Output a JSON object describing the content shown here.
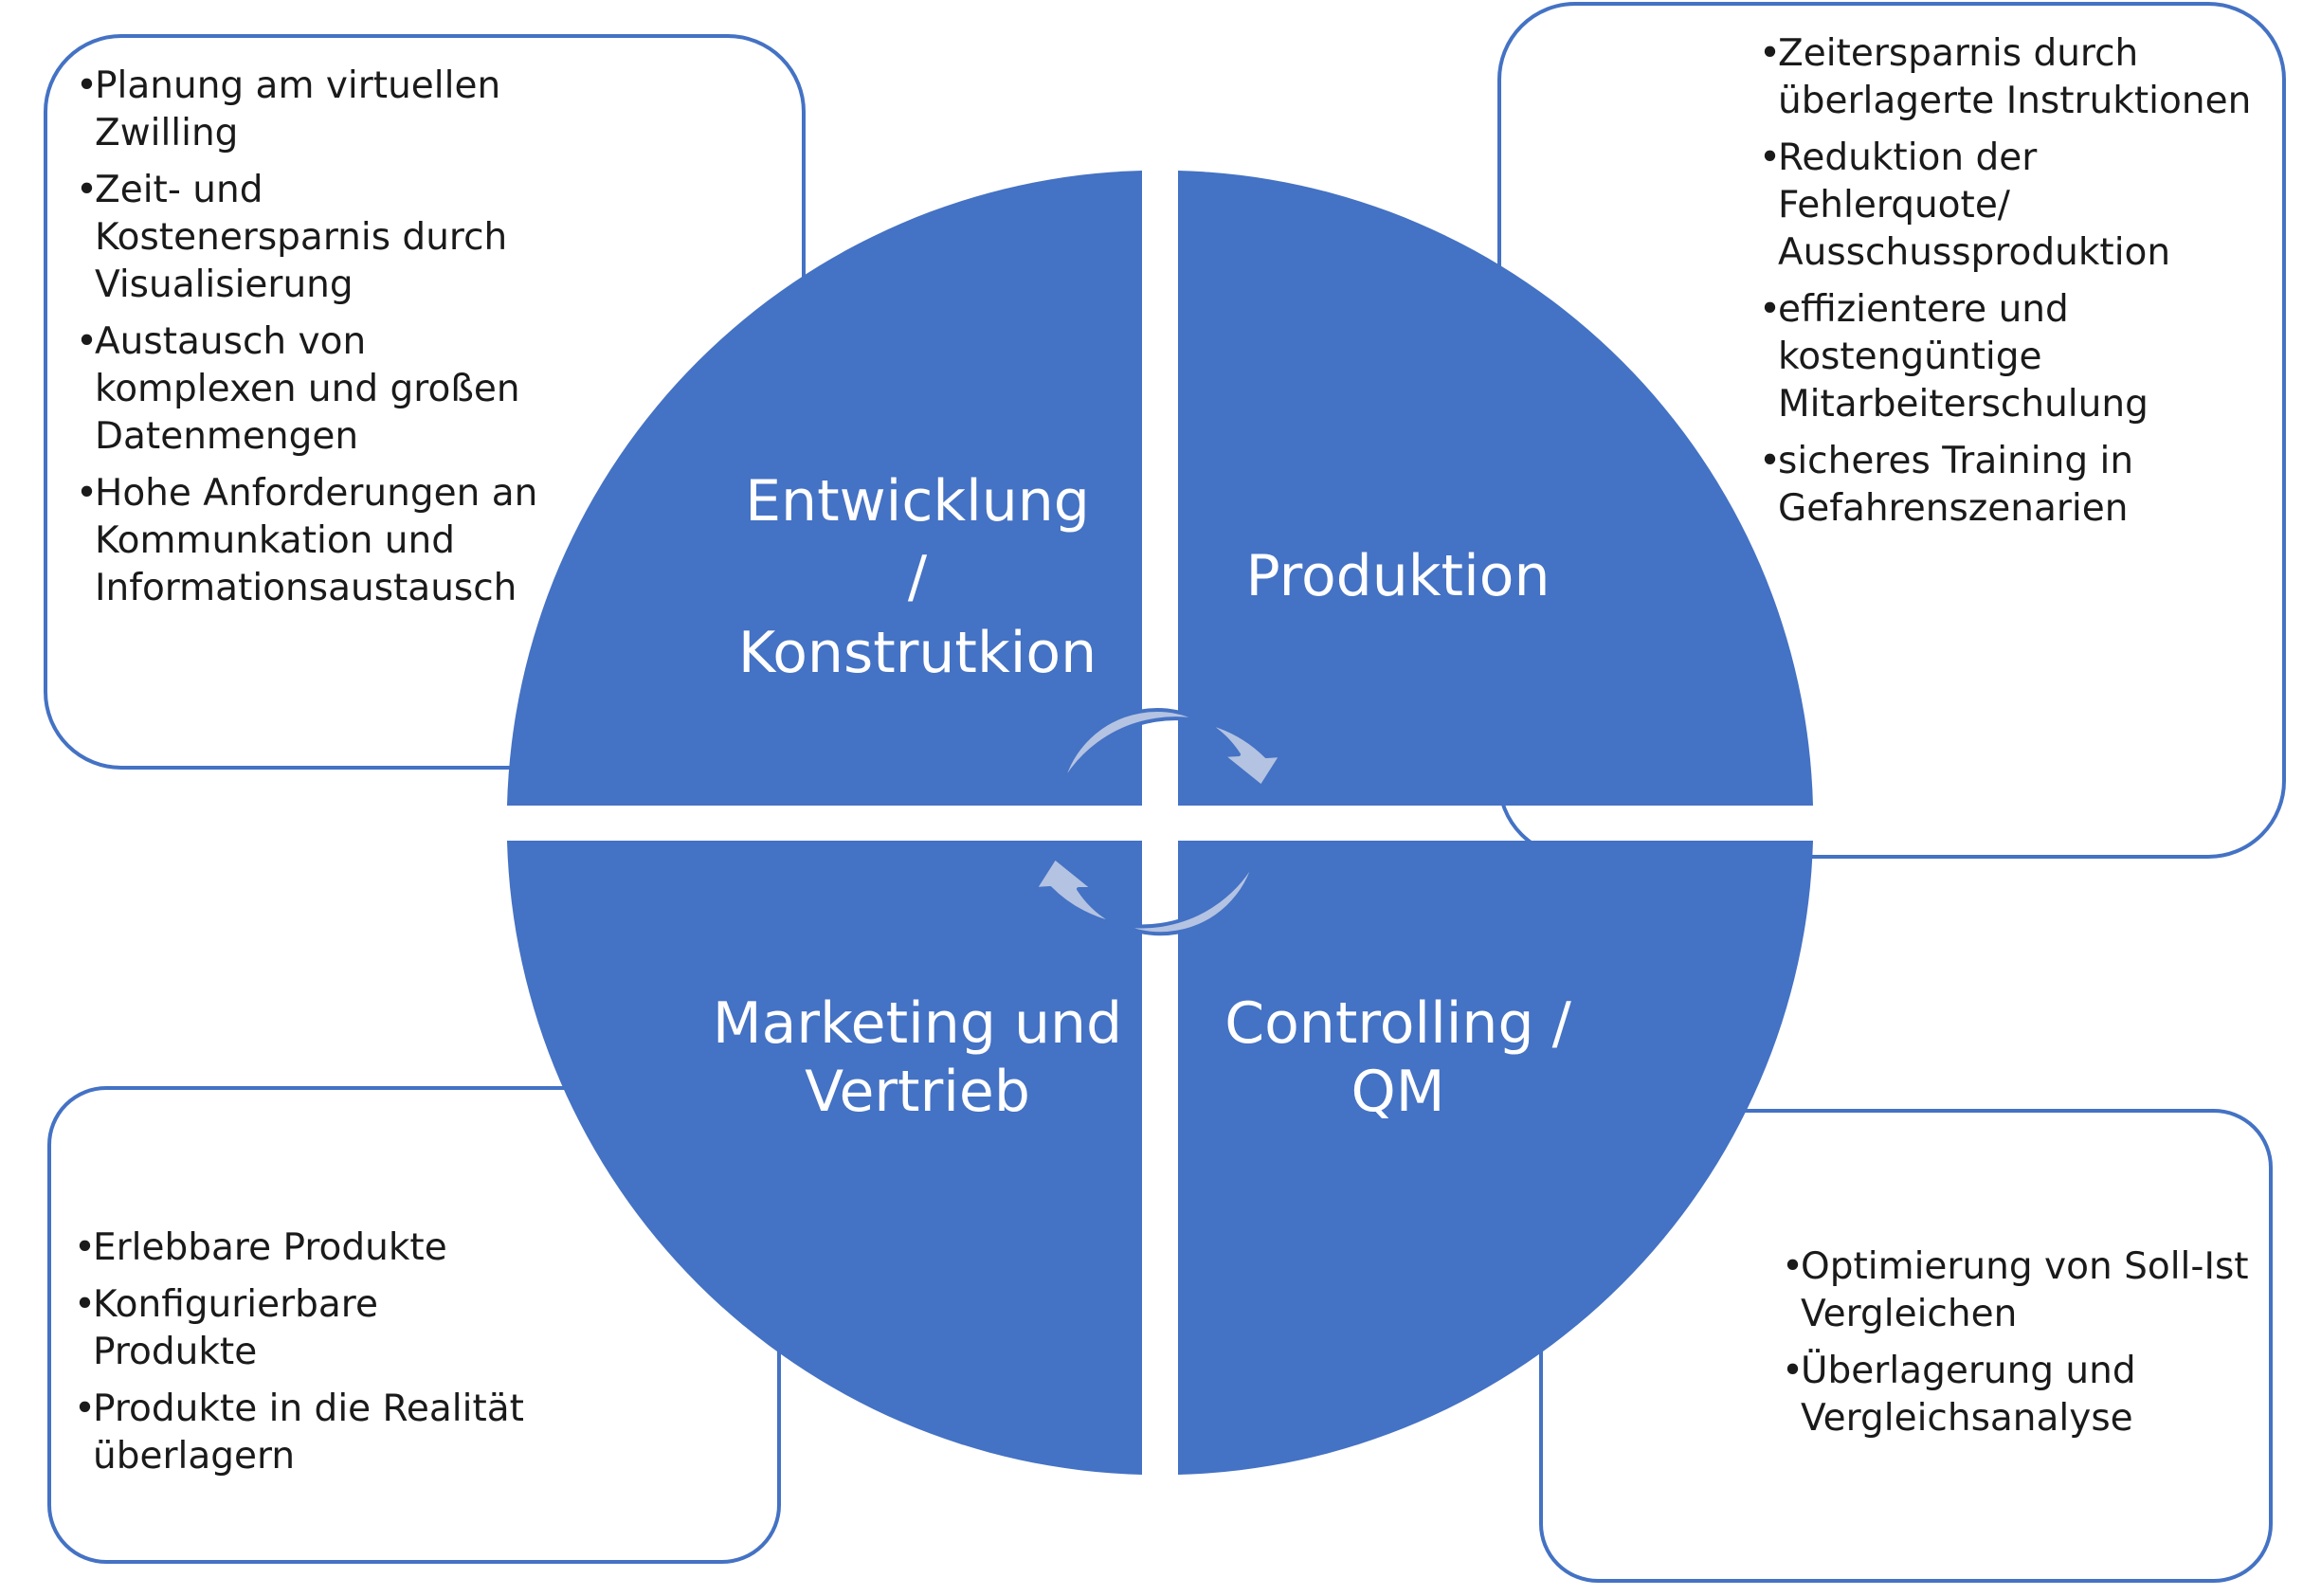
{
  "colors": {
    "segment": "#4472C4",
    "box_border": "#4472C4",
    "arrow_fill": "#B4C3E2",
    "arrow_stroke": "#4472C4",
    "label_text": "#FFFFFF"
  },
  "segments": {
    "top_left": {
      "lines": [
        "Entwicklung",
        "/",
        "Konstrutkion"
      ]
    },
    "top_right": {
      "lines": [
        "Produktion"
      ]
    },
    "bottom_left": {
      "lines": [
        "Marketing und",
        "Vertrieb"
      ]
    },
    "bottom_right": {
      "lines": [
        "Controlling /",
        "QM"
      ]
    }
  },
  "boxes": {
    "top_left": {
      "items": [
        {
          "lines": [
            "Planung am virtuellen",
            "Zwilling"
          ]
        },
        {
          "lines": [
            "Zeit- und",
            "Kostenersparnis durch",
            "Visualisierung"
          ]
        },
        {
          "lines": [
            "Austausch von",
            "komplexen und großen",
            "Datenmengen"
          ]
        },
        {
          "lines": [
            "Hohe Anforderungen an",
            "Kommunkation und",
            "Informationsaustausch"
          ]
        }
      ]
    },
    "top_right": {
      "items": [
        {
          "lines": [
            "Zeitersparnis durch",
            "überlagerte Instruktionen"
          ]
        },
        {
          "lines": [
            "Reduktion der",
            "Fehlerquote/",
            "Ausschussproduktion"
          ]
        },
        {
          "lines": [
            "effizientere und",
            "kostengüntige",
            "Mitarbeiterschulung"
          ]
        },
        {
          "lines": [
            "sicheres Training in",
            "Gefahrenszenarien"
          ]
        }
      ]
    },
    "bottom_left": {
      "items": [
        {
          "lines": [
            "Erlebbare Produkte"
          ]
        },
        {
          "lines": [
            "Konfigurierbare",
            "Produkte"
          ]
        },
        {
          "lines": [
            "Produkte in die Realität",
            "überlagern"
          ]
        }
      ]
    },
    "bottom_right": {
      "items": [
        {
          "lines": [
            "Optimierung von Soll-Ist",
            "Vergleichen"
          ]
        },
        {
          "lines": [
            "Überlagerung und",
            "Vergleichsanalyse"
          ]
        }
      ]
    }
  }
}
